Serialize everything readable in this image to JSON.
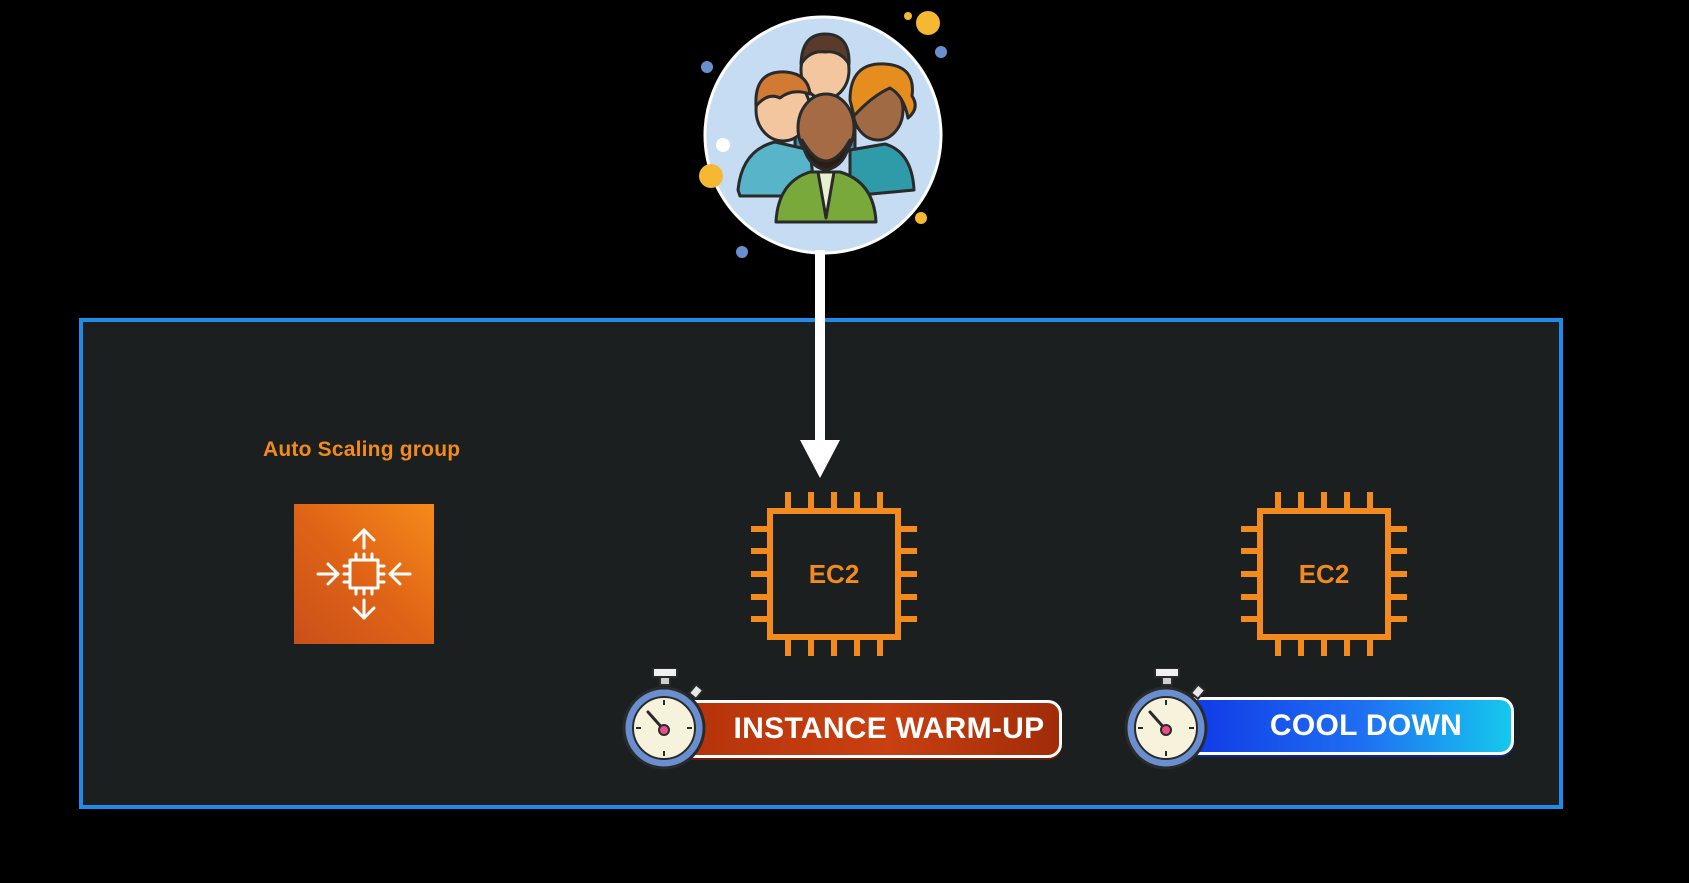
{
  "diagram": {
    "group_label": "Auto Scaling group",
    "group_icon": "auto-scaling-icon",
    "users_icon": "users-group-icon",
    "instances": [
      {
        "label": "EC2",
        "icon": "ec2-chip-icon"
      },
      {
        "label": "EC2",
        "icon": "ec2-chip-icon"
      }
    ],
    "timers": [
      {
        "label": "INSTANCE WARM-UP",
        "icon": "stopwatch-icon",
        "color": "#c23b0e"
      },
      {
        "label": "COOL DOWN",
        "icon": "stopwatch-icon",
        "color": "#1f6ff2"
      }
    ],
    "colors": {
      "background": "#000000",
      "group_fill": "#1b1f20",
      "group_border": "#1f8ae8",
      "aws_orange": "#f28a1e",
      "arrow": "#ffffff"
    }
  }
}
